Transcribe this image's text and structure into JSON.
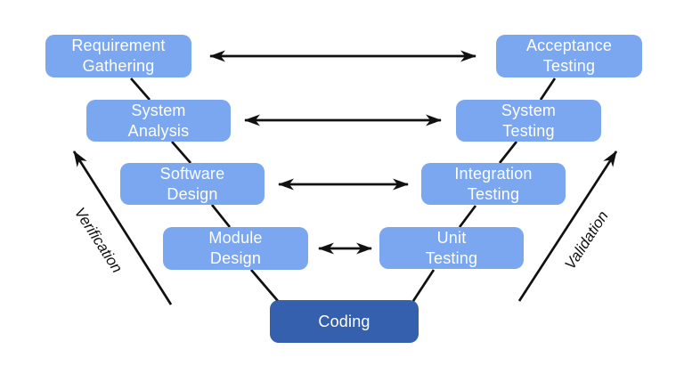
{
  "diagram": {
    "type": "v-model-sdlc",
    "nodes": {
      "requirement_gathering": {
        "line1": "Requirement",
        "line2": "Gathering"
      },
      "system_analysis": {
        "line1": "System",
        "line2": "Analysis"
      },
      "software_design": {
        "line1": "Software",
        "line2": "Design"
      },
      "module_design": {
        "line1": "Module",
        "line2": "Design"
      },
      "coding": {
        "line1": "Coding"
      },
      "unit_testing": {
        "line1": "Unit",
        "line2": "Testing"
      },
      "integration_testing": {
        "line1": "Integration",
        "line2": "Testing"
      },
      "system_testing": {
        "line1": "System",
        "line2": "Testing"
      },
      "acceptance_testing": {
        "line1": "Acceptance",
        "line2": "Testing"
      }
    },
    "branch_labels": {
      "left": "Verification",
      "right": "Validation"
    },
    "colors": {
      "node_fill": "#7AA7EF",
      "coding_fill": "#3560AE",
      "node_text": "#FFFFFF",
      "line": "#111111",
      "label_text": "#111111",
      "background": "#FFFFFF"
    }
  }
}
